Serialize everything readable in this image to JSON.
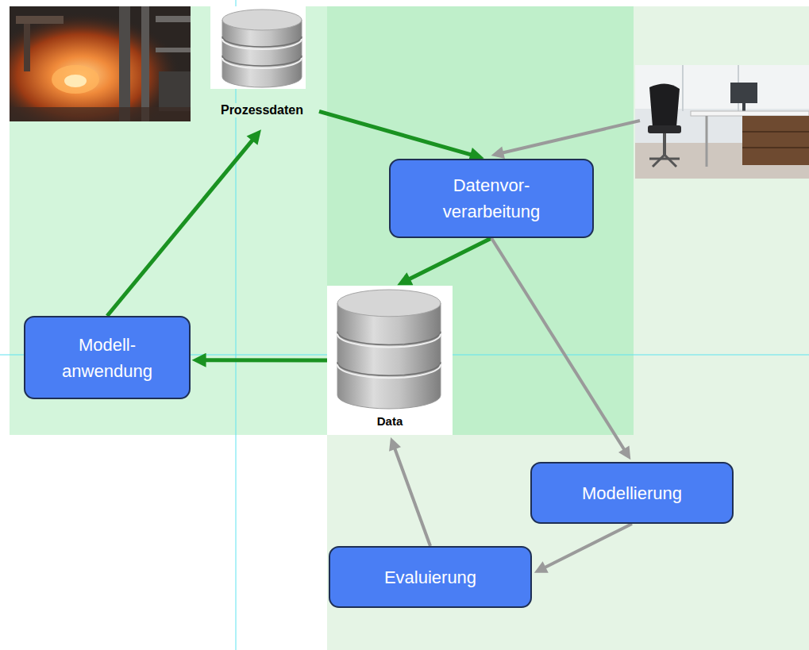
{
  "diagram": {
    "nodes": [
      {
        "text": [
          "Prozessdaten"
        ]
      },
      {
        "text": [
          "Datenvor- verarbeitung"
        ]
      },
      {
        "text": [
          "Data"
        ]
      },
      {
        "text": [
          "Modell- anwendung"
        ]
      },
      {
        "text": [
          "Modellierung"
        ]
      },
      {
        "text": [
          "Evaluierung"
        ]
      }
    ],
    "edges": [
      {
        "from": 0,
        "to": 1,
        "arrow": "to"
      },
      {
        "from": 1,
        "to": 2,
        "arrow": "to"
      },
      {
        "from": 2,
        "to": 3,
        "arrow": "to"
      },
      {
        "from": 3,
        "to": 0,
        "arrow": "to"
      },
      {
        "from": 1,
        "to": 4,
        "arrow": "to"
      },
      {
        "from": 4,
        "to": 5,
        "arrow": "to"
      },
      {
        "from": 5,
        "to": 2,
        "arrow": "to"
      }
    ]
  }
}
